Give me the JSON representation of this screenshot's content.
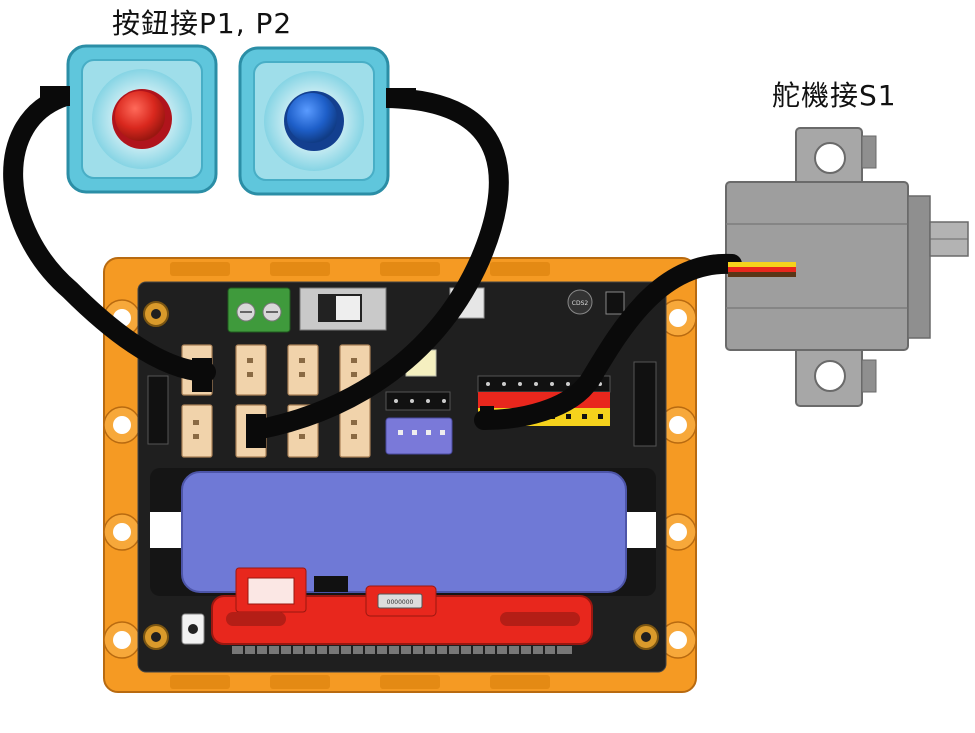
{
  "labels": {
    "buttons": "按鈕接P1, P2",
    "servo": "舵機接S1"
  },
  "board": {
    "chip_text": "CDS2",
    "usb_text": "0000000"
  },
  "colors": {
    "frame_orange": "#f59a23",
    "board_black": "#1f1f1f",
    "battery_blue": "#6f79d6",
    "button_case": "#5fc6dc",
    "button_left_cap": "#d9281e",
    "button_right_cap": "#1e5fc9",
    "servo_gray": "#a7a7a7",
    "cable": "#0a0a0a",
    "expansion_red": "#e8271d"
  }
}
